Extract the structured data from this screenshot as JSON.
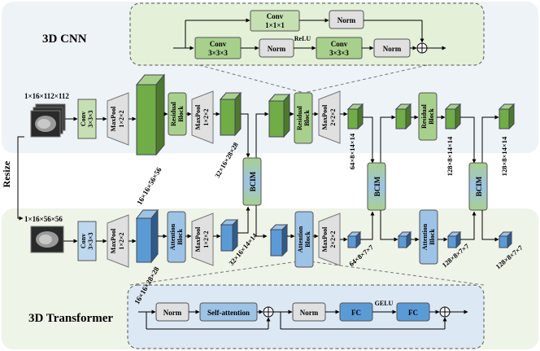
{
  "sections": {
    "cnn_title": "3D CNN",
    "transformer_title": "3D Transformer",
    "resize_label": "Resize"
  },
  "cnn_detail": {
    "conv1x1": [
      "Conv",
      "1×1×1"
    ],
    "norm_top": "Norm",
    "conv3_a": [
      "Conv",
      "3×3×3"
    ],
    "norm_a": "Norm",
    "relu": "ReLU",
    "conv3_b": [
      "Conv",
      "3×3×3"
    ],
    "norm_b": "Norm"
  },
  "transformer_detail": {
    "norm_1": "Norm",
    "self_attention": "Self-attention",
    "norm_2": "Norm",
    "fc_1": "FC",
    "gelu": "GELU",
    "fc_2": "FC"
  },
  "cnn_branch": {
    "input_dim": "1×16×112×112",
    "conv": [
      "Conv",
      "3×3×3"
    ],
    "maxpool1": [
      "MaxPool",
      "1×2×2"
    ],
    "dim1": "16×16×56×56",
    "residual1": [
      "Residual",
      "Block"
    ],
    "maxpool2": [
      "MaxPool",
      "1×2×2"
    ],
    "dim2": "32×16×28×28",
    "residual2": [
      "Residual",
      "Block"
    ],
    "maxpool3": [
      "MaxPool",
      "2×2×2"
    ],
    "dim3": "64×8×14×14",
    "residual3": [
      "Residual",
      "Block"
    ],
    "dim4": "128×8×14×14",
    "dim5": "128×8×14×14"
  },
  "transformer_branch": {
    "input_dim": "1×16×56×56",
    "conv": [
      "Conv",
      "3×3×3"
    ],
    "maxpool1": [
      "MaxPool",
      "1×2×2"
    ],
    "dim1": "16×16×28×28",
    "attention1": [
      "Attention",
      "Block"
    ],
    "maxpool2": [
      "MaxPool",
      "1×2×2"
    ],
    "dim2": "32×16×14×14",
    "attention2": [
      "Attention",
      "Block"
    ],
    "maxpool3": [
      "MaxPool",
      "2×2×2"
    ],
    "dim3": "64×8×7×7",
    "attention3": [
      "Attention",
      "Block"
    ],
    "dim4": "128×8×7×7",
    "dim5": "128×8×7×7"
  },
  "bcim_label": "BCIM",
  "colors": {
    "cnn_bg": "#eef3f8",
    "transformer_bg": "#eef4e8",
    "cnn_detail_bg": "#e4f0d8",
    "transformer_detail_bg": "#dce8f4",
    "green_block": "#a8d08d",
    "green_cube": "#70ad47",
    "blue_block": "#9dc3e6",
    "blue_cube": "#5b9bd5",
    "gray_block": "#e0e0e0",
    "bcim_top": "#9dc3e6",
    "bcim_bottom": "#a8d08d"
  }
}
